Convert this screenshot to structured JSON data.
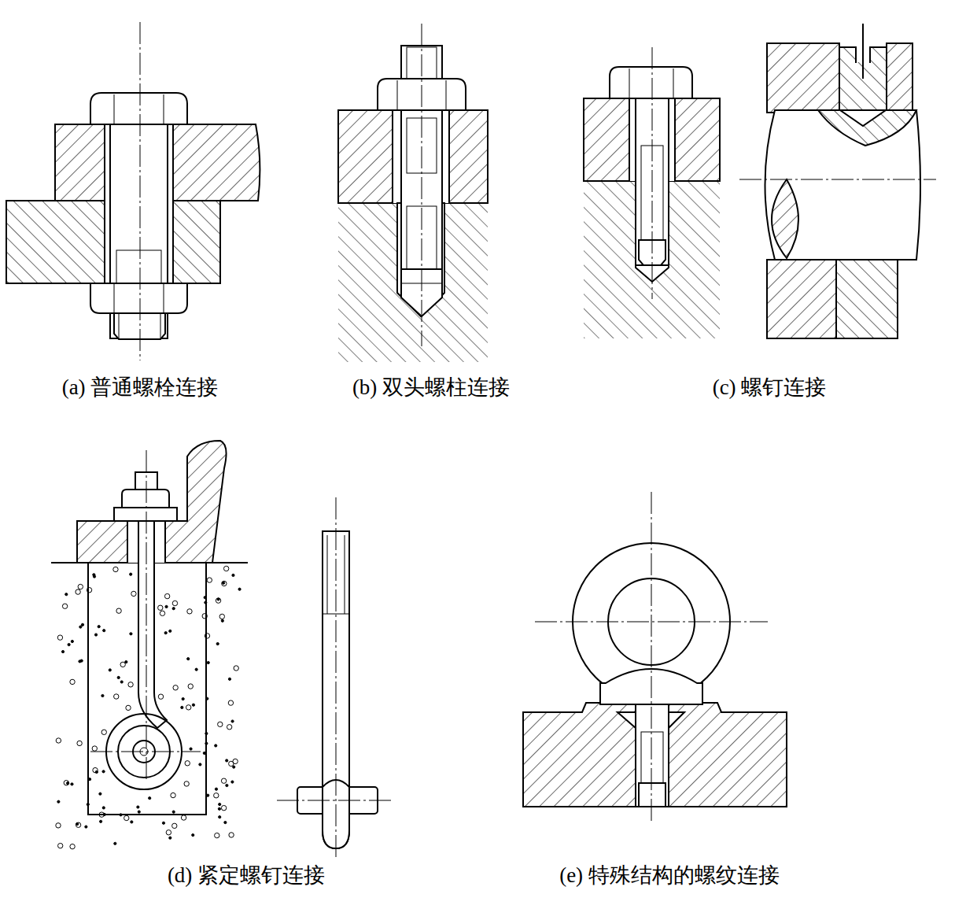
{
  "diagram": {
    "labels": [
      "(a) 普通螺栓连接",
      "(b) 双头螺柱连接",
      "(c) 螺钉连接",
      "(d) 紧定螺钉连接",
      "(e) 特殊结构的螺纹连接"
    ]
  }
}
